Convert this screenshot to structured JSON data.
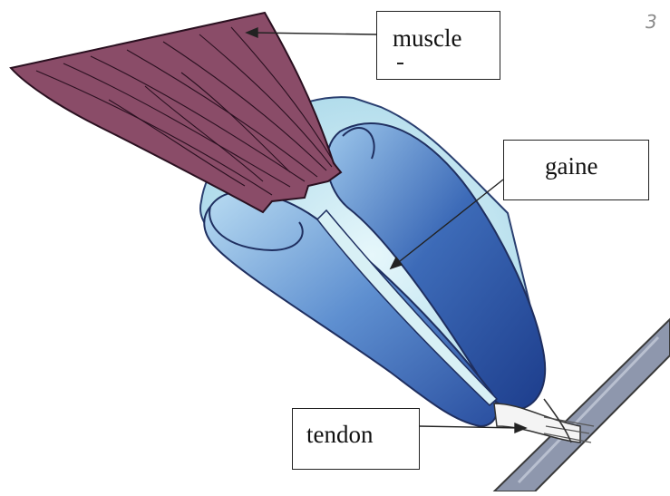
{
  "page_number": "3",
  "labels": {
    "muscle": "muscle",
    "gaine": "gaine",
    "tendon": "tendon"
  },
  "colors": {
    "muscle": "#8a4c68",
    "sheath_outer": "#bfe2ee",
    "sheath_blue": "#3f67b0",
    "sheath_dark": "#1e3f8f",
    "bone": "#8e97ad",
    "tendon": "#f2f2f2"
  }
}
